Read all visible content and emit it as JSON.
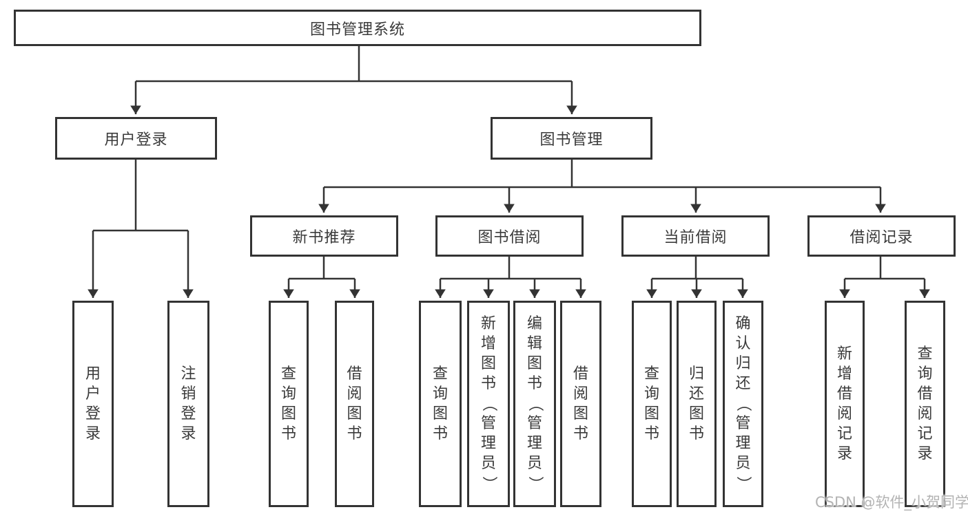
{
  "diagram": {
    "root": {
      "label": "图书管理系统"
    },
    "level2": [
      {
        "label": "用户登录",
        "children": [
          {
            "label": "用户登录"
          },
          {
            "label": "注销登录"
          }
        ]
      },
      {
        "label": "图书管理",
        "children": [
          {
            "label": "新书推荐",
            "children": [
              {
                "label": "查询图书"
              },
              {
                "label": "借阅图书"
              }
            ]
          },
          {
            "label": "图书借阅",
            "children": [
              {
                "label": "查询图书"
              },
              {
                "label": "新增图书（管理员）"
              },
              {
                "label": "编辑图书（管理员）"
              },
              {
                "label": "借阅图书"
              }
            ]
          },
          {
            "label": "当前借阅",
            "children": [
              {
                "label": "查询图书"
              },
              {
                "label": "归还图书"
              },
              {
                "label": "确认归还（管理员）"
              }
            ]
          },
          {
            "label": "借阅记录",
            "children": [
              {
                "label": "新增借阅记录"
              },
              {
                "label": "查询借阅记录"
              }
            ]
          }
        ]
      }
    ]
  },
  "watermark": {
    "label": "CSDN @软件_小贺同学",
    "color": "#b3b3b3"
  },
  "colors": {
    "line": "#333333",
    "border": "#333333",
    "text": "#3a3a3a",
    "background": "#ffffff"
  }
}
